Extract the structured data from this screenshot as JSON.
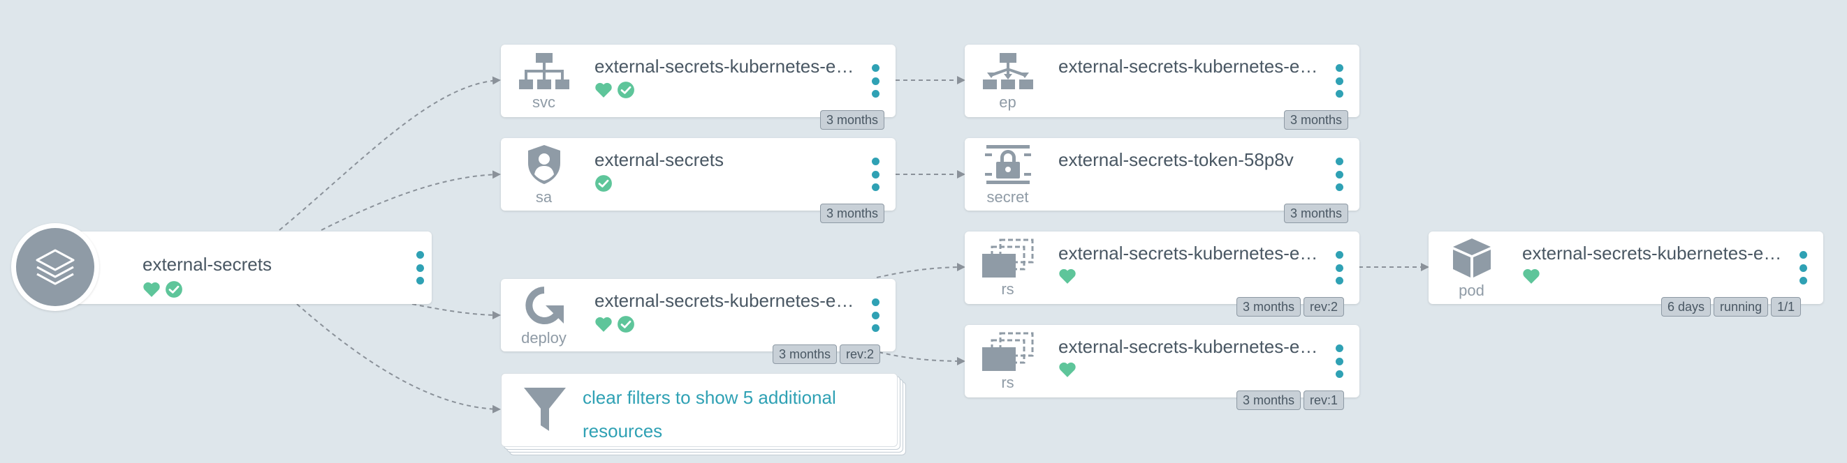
{
  "colors": {
    "background": "#dee6eb",
    "accent": "#2fa1b4",
    "healthy": "#5ec59a",
    "icon": "#8f9ba6"
  },
  "app": {
    "name": "external-secrets",
    "icon": "layers-icon",
    "status": [
      "healthy-heart-icon",
      "synced-check-icon"
    ]
  },
  "nodes": {
    "svc": {
      "kind": "svc",
      "icon": "sitemap-icon",
      "name": "external-secrets-kubernetes-ex...",
      "status": [
        "healthy-heart-icon",
        "synced-check-icon"
      ],
      "tags": [
        "3 months"
      ]
    },
    "sa": {
      "kind": "sa",
      "icon": "user-shield-icon",
      "name": "external-secrets",
      "status": [
        "synced-check-icon"
      ],
      "tags": [
        "3 months"
      ]
    },
    "deploy": {
      "kind": "deploy",
      "icon": "redo-icon",
      "name": "external-secrets-kubernetes-ex...",
      "status": [
        "healthy-heart-icon",
        "synced-check-icon"
      ],
      "tags": [
        "3 months",
        "rev:2"
      ]
    },
    "ep": {
      "kind": "ep",
      "icon": "network-icon",
      "name": "external-secrets-kubernetes-ex...",
      "status": [],
      "tags": [
        "3 months"
      ]
    },
    "secret": {
      "kind": "secret",
      "icon": "lock-icon",
      "name": "external-secrets-token-58p8v",
      "status": [],
      "tags": [
        "3 months"
      ]
    },
    "rs1": {
      "kind": "rs",
      "icon": "replicaset-icon",
      "name": "external-secrets-kubernetes-ex...",
      "status": [
        "healthy-heart-icon"
      ],
      "tags": [
        "3 months",
        "rev:2"
      ]
    },
    "rs2": {
      "kind": "rs",
      "icon": "replicaset-icon",
      "name": "external-secrets-kubernetes-ex...",
      "status": [
        "healthy-heart-icon"
      ],
      "tags": [
        "3 months",
        "rev:1"
      ]
    },
    "pod": {
      "kind": "pod",
      "icon": "cube-icon",
      "name": "external-secrets-kubernetes-ex...",
      "status": [
        "healthy-heart-icon"
      ],
      "tags": [
        "6 days",
        "running",
        "1/1"
      ]
    }
  },
  "filter": {
    "icon": "filter-icon",
    "text": "clear filters to show 5 additional resources"
  }
}
